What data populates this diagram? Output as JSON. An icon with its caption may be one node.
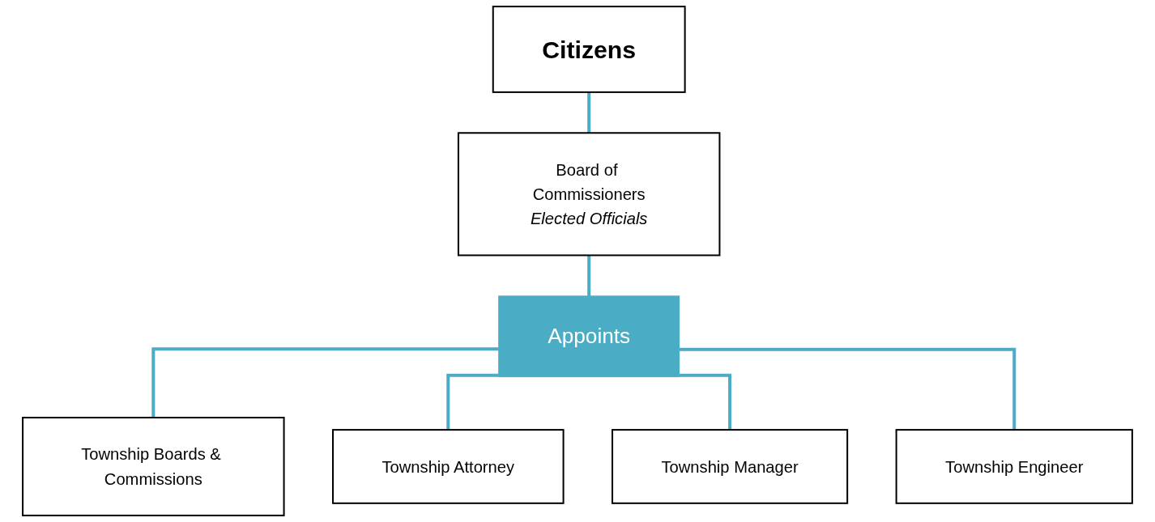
{
  "diagram": {
    "nodes": [
      {
        "text": [
          "Citizens"
        ]
      },
      {
        "text": [
          "Board of Commissioners",
          "Elected Officials"
        ]
      },
      {
        "text": [
          "Township Boards & Commissions"
        ]
      },
      {
        "text": [
          "Appoints"
        ]
      },
      {
        "text": [
          "Township Attorney"
        ]
      },
      {
        "text": [
          "Township Manager"
        ]
      },
      {
        "text": [
          "Township Engineer"
        ]
      }
    ],
    "edges": [
      {
        "from": 0,
        "to": 1,
        "arrow": "none"
      },
      {
        "from": 1,
        "to": 3,
        "arrow": "none"
      },
      {
        "from": 3,
        "to": 2,
        "arrow": "none"
      },
      {
        "from": 3,
        "to": 4,
        "arrow": "none"
      },
      {
        "from": 3,
        "to": 5,
        "arrow": "none"
      },
      {
        "from": 3,
        "to": 6,
        "arrow": "none"
      }
    ]
  }
}
